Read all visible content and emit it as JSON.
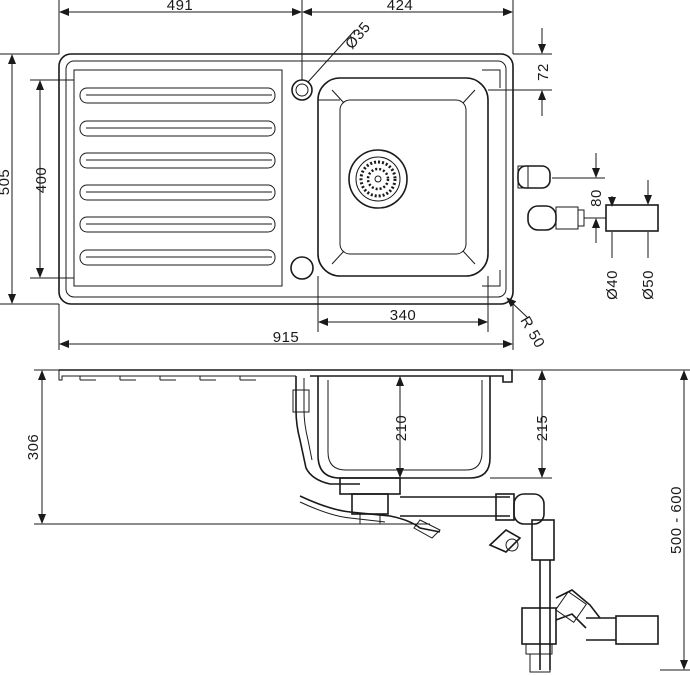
{
  "dimensions": {
    "drainboard_width": "491",
    "bowl_section_width": "424",
    "overflow_diameter": "Ø35",
    "bowl_offset_top": "72",
    "total_depth": "505",
    "drainboard_length": "400",
    "overall_width": "915",
    "bowl_width": "340",
    "corner_radius": "R 50",
    "outlet_offset": "80",
    "pipe_diameter_small": "Ø40",
    "pipe_diameter_large": "Ø50",
    "total_height": "306",
    "bowl_depth": "210",
    "siphon_drop": "215",
    "install_range": "500 - 600"
  }
}
